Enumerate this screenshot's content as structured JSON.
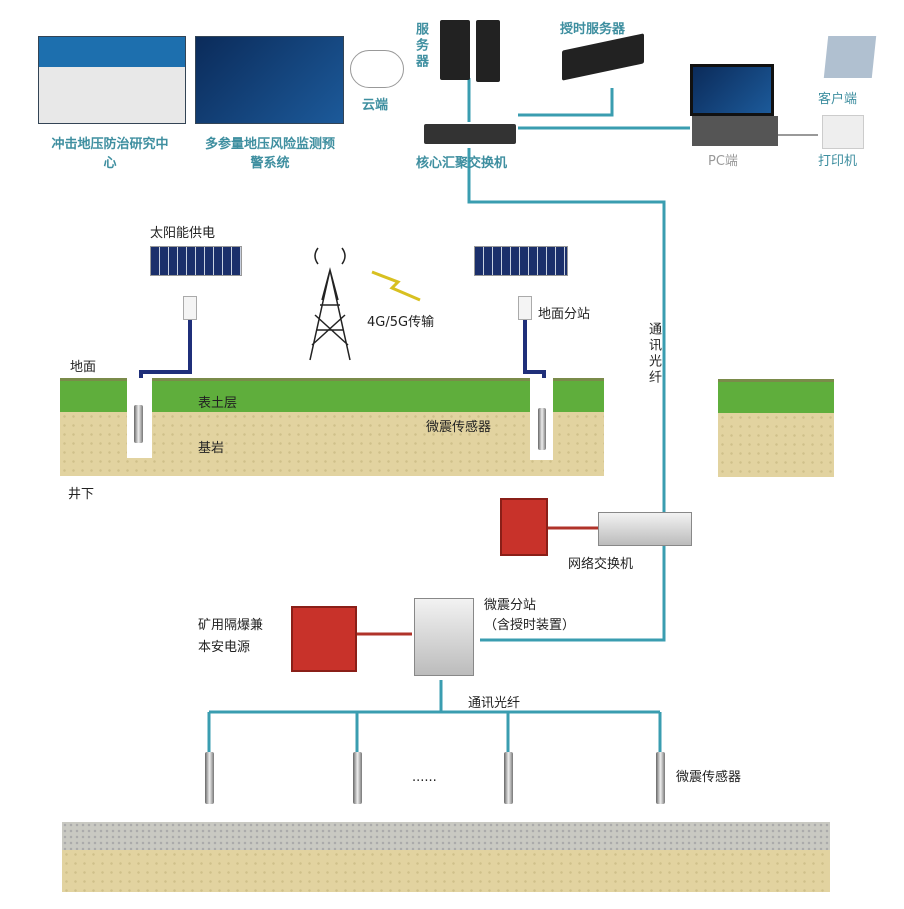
{
  "top": {
    "center_label": "冲击地压防治研究中心",
    "system_label": "多参量地压风险监测预警系统",
    "cloud_label": "云端",
    "server_label": "服务器",
    "time_server_label": "授时服务器",
    "core_switch_label": "核心汇聚交换机",
    "client_label": "客户端",
    "pc_label": "PC端",
    "printer_label": "打印机"
  },
  "surface": {
    "solar_label": "太阳能供电",
    "wireless_label": "4G/5G传输",
    "station_label": "地面分站",
    "fiber_label": "通讯光纤",
    "ground_label": "地面",
    "topsoil_label": "表土层",
    "bedrock_label": "基岩",
    "sensor_label": "微震传感器",
    "underground_label": "井下"
  },
  "underground": {
    "network_switch_label": "网络交换机",
    "power_label_1": "矿用隔爆兼",
    "power_label_2": "本安电源",
    "substation_label_1": "微震分站",
    "substation_label_2": "（含授时装置）",
    "fiber_label": "通讯光纤",
    "ellipsis": "......",
    "sensor_label": "微震传感器"
  },
  "colors": {
    "fiber": "#3a9db0",
    "cable": "#1f2f7a",
    "link": "#b0332a"
  }
}
